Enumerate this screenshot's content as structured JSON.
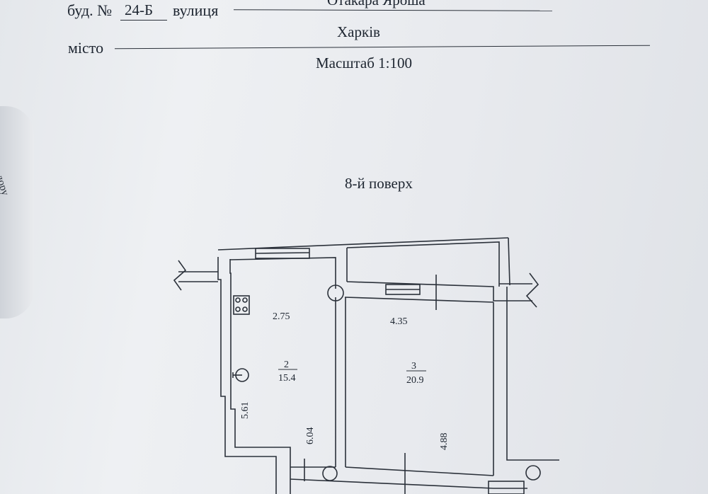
{
  "header": {
    "building_label": "буд. №",
    "building_number": "24-Б",
    "street_label": "вулиця",
    "street_value": "Отакара Яроша",
    "city_label": "місто",
    "city_value": "Харків",
    "scale_text": "Масштаб 1:100"
  },
  "floor_title": "8-й поверх",
  "margin_note": "дору",
  "plan": {
    "room2": {
      "number": "2",
      "area": "15.4"
    },
    "room3": {
      "number": "3",
      "area": "20.9"
    },
    "dimensions": {
      "room2_width": "2.75",
      "room2_length_left": "5.61",
      "room2_length_right": "6.04",
      "room3_width": "4.35",
      "room3_length": "4.88"
    }
  }
}
